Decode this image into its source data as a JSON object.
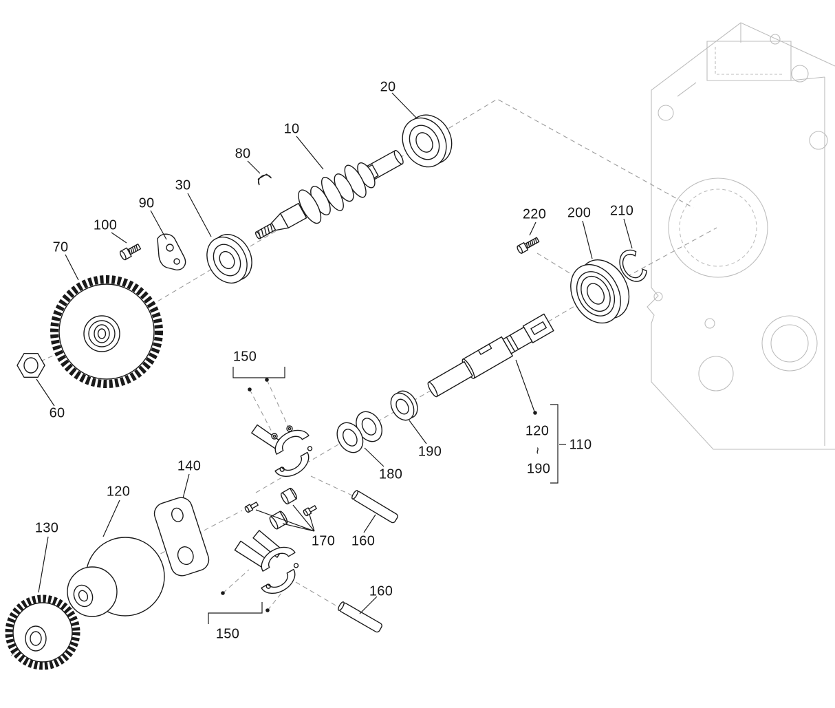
{
  "diagram": {
    "kind": "exploded-parts-diagram",
    "subject": "camshaft, governor and gear assembly with engine block ghost outline",
    "colors": {
      "background": "#ffffff",
      "line": "#1a1a1a",
      "ghost_outline": "#bdbdbd",
      "centerline": "#9a9a9a"
    }
  },
  "labels": [
    {
      "text": "20"
    },
    {
      "text": "10"
    },
    {
      "text": "80"
    },
    {
      "text": "30"
    },
    {
      "text": "90"
    },
    {
      "text": "100"
    },
    {
      "text": "70"
    },
    {
      "text": "220"
    },
    {
      "text": "200"
    },
    {
      "text": "210"
    },
    {
      "text": "60"
    },
    {
      "text": "150"
    },
    {
      "text": "190"
    },
    {
      "text": "180"
    },
    {
      "text": "120"
    },
    {
      "text": "~"
    },
    {
      "text": "190"
    },
    {
      "text": "110"
    },
    {
      "text": "140"
    },
    {
      "text": "120"
    },
    {
      "text": "130"
    },
    {
      "text": "170"
    },
    {
      "text": "160"
    },
    {
      "text": "160"
    },
    {
      "text": "150"
    }
  ]
}
